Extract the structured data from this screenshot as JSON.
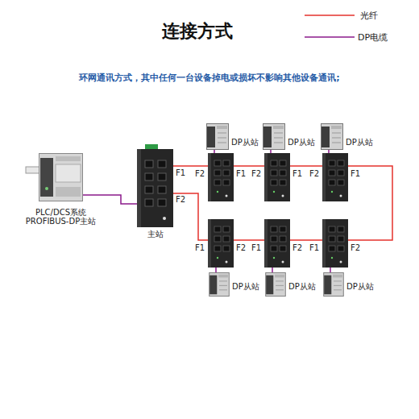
{
  "diagram": {
    "title": "连接方式",
    "nodes": [
      {
        "text": [
          "PLC/DCS系统 PROFIBUS-DP主站"
        ]
      },
      {
        "text": [
          "主站",
          "F1",
          "F2"
        ]
      },
      {
        "text": [
          "F2",
          "F1"
        ]
      },
      {
        "text": [
          "F2",
          "F1"
        ]
      },
      {
        "text": [
          "F2",
          "F1"
        ]
      },
      {
        "text": [
          "F1",
          "F2"
        ]
      },
      {
        "text": [
          "F1",
          "F2"
        ]
      },
      {
        "text": [
          "F1",
          "F2"
        ]
      },
      {
        "text": [
          "DP从站"
        ]
      },
      {
        "text": [
          "DP从站"
        ]
      },
      {
        "text": [
          "DP从站"
        ]
      },
      {
        "text": [
          "DP从站"
        ]
      },
      {
        "text": [
          "DP从站"
        ]
      },
      {
        "text": [
          "DP从站"
        ]
      }
    ],
    "edges": [
      {
        "from": 0,
        "to": 1,
        "arrow": "none"
      },
      {
        "from": 1,
        "to": 2,
        "arrow": "none"
      },
      {
        "from": 2,
        "to": 3,
        "arrow": "none"
      },
      {
        "from": 3,
        "to": 4,
        "arrow": "none"
      },
      {
        "from": 4,
        "to": 7,
        "arrow": "none"
      },
      {
        "from": 7,
        "to": 6,
        "arrow": "none"
      },
      {
        "from": 6,
        "to": 5,
        "arrow": "none"
      },
      {
        "from": 5,
        "to": 1,
        "arrow": "none"
      },
      {
        "from": 8,
        "to": 2,
        "arrow": "none"
      },
      {
        "from": 9,
        "to": 3,
        "arrow": "none"
      },
      {
        "from": 10,
        "to": 4,
        "arrow": "none"
      },
      {
        "from": 5,
        "to": 11,
        "arrow": "none"
      },
      {
        "from": 6,
        "to": 12,
        "arrow": "none"
      },
      {
        "from": 7,
        "to": 13,
        "arrow": "none"
      }
    ],
    "labels": [
      "环网通讯方式，其中任何一台设备掉电或损坏不影响其他设备通讯;"
    ],
    "legend": [
      {
        "text": "光纤"
      },
      {
        "text": "DP电缆"
      }
    ]
  }
}
